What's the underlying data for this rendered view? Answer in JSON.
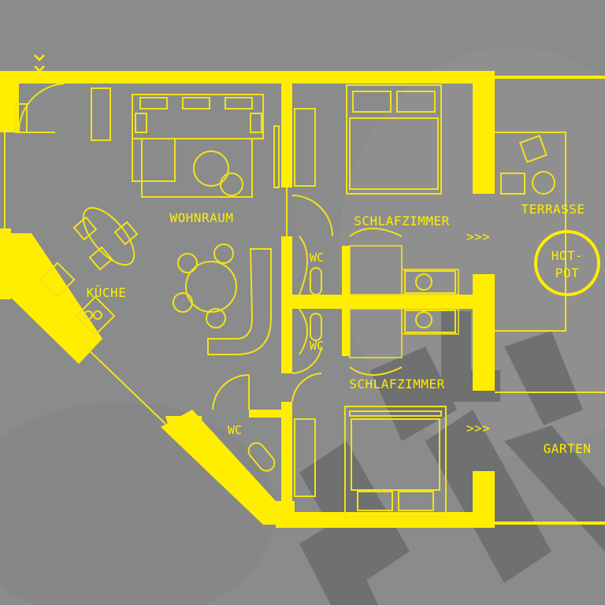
{
  "colors": {
    "background": "#8a8b8b",
    "accent": "#ffee00",
    "watermark": "#6f7070"
  },
  "rooms": {
    "wohnraum": "WOHNRAUM",
    "kueche": "KÜCHE",
    "schlafzimmer_1": "SCHLAFZIMMER",
    "schlafzimmer_2": "SCHLAFZIMMER",
    "wc_1": "WC",
    "wc_2": "WC",
    "wc_3": "WC",
    "terrasse": "TERRASSE",
    "garten": "GARTEN"
  },
  "hotpot": {
    "line1": "HOT-",
    "line2": "POT"
  },
  "arrows": {
    "exit": ">>>"
  },
  "icons": [
    "entrance-arrow-icon",
    "background-logo-mark"
  ]
}
